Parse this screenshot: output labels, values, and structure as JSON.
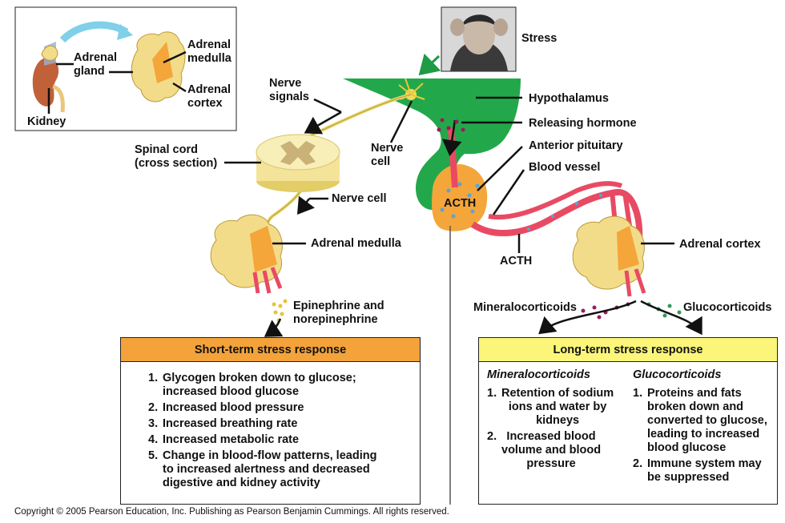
{
  "inset": {
    "labels": {
      "adrenal_gland": "Adrenal\ngland",
      "kidney": "Kidney",
      "adrenal_medulla": "Adrenal\nmedulla",
      "adrenal_cortex": "Adrenal\ncortex"
    }
  },
  "labels": {
    "stress": "Stress",
    "hypothalamus": "Hypothalamus",
    "releasing_hormone": "Releasing hormone",
    "anterior_pituitary": "Anterior pituitary",
    "blood_vessel": "Blood vessel",
    "nerve_signals": "Nerve\nsignals",
    "nerve_cell_top": "Nerve\ncell",
    "spinal_cord": "Spinal cord\n(cross section)",
    "nerve_cell": "Nerve cell",
    "adrenal_medulla": "Adrenal medulla",
    "acth_gland": "ACTH",
    "acth_vessel": "ACTH",
    "adrenal_cortex": "Adrenal cortex",
    "epinephrine": "Epinephrine and\nnorepinephrine",
    "mineralocorticoids": "Mineralocorticoids",
    "glucocorticoids": "Glucocorticoids"
  },
  "short_term": {
    "title": "Short-term stress response",
    "items": [
      {
        "num": "1.",
        "text": "Glycogen broken down to glucose;\nincreased blood glucose"
      },
      {
        "num": "2.",
        "text": "Increased blood pressure"
      },
      {
        "num": "3.",
        "text": "Increased breathing rate"
      },
      {
        "num": "4.",
        "text": "Increased metabolic rate"
      },
      {
        "num": "5.",
        "text": "Change in blood-flow patterns, leading\nto increased alertness and decreased\ndigestive and kidney activity"
      }
    ]
  },
  "long_term": {
    "title": "Long-term stress response",
    "mineralo": {
      "title": "Mineralocorticoids",
      "items": [
        {
          "num": "1.",
          "text": "Retention of sodium\nions and water by\nkidneys"
        },
        {
          "num": "2.",
          "text": "Increased blood\nvolume and blood\npressure"
        }
      ]
    },
    "gluco": {
      "title": "Glucocorticoids",
      "items": [
        {
          "num": "1.",
          "text": "Proteins and fats\nbroken down and\nconverted to glucose,\nleading to increased\nblood glucose"
        },
        {
          "num": "2.",
          "text": "Immune system may\nbe suppressed"
        }
      ]
    }
  },
  "copyright": "Copyright © 2005 Pearson Education, Inc. Publishing as Pearson Benjamin Cummings. All rights reserved.",
  "colors": {
    "box_short_header": "#f3a33a",
    "box_long_header": "#fbf57a",
    "hypothalamus": "#22a84a",
    "adrenal": "#f2dc8a",
    "medulla": "#f4a63a",
    "vessel": "#e94a63",
    "nerve": "#e7d46a"
  }
}
